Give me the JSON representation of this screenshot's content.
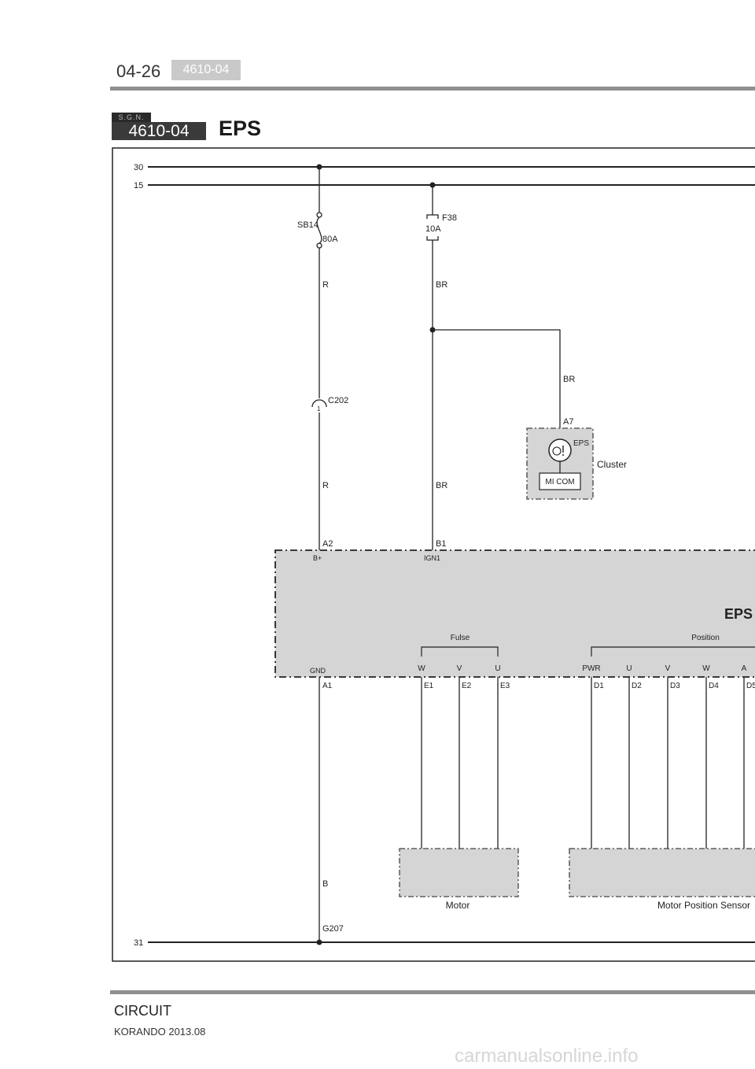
{
  "header": {
    "page_number": "04-26",
    "code_badge": "4610-04"
  },
  "section": {
    "badge_small": "S.G.N.",
    "badge_code": "4610-04",
    "title": "EPS"
  },
  "diagram": {
    "lines": {
      "battery": "30",
      "ignition": "15",
      "ground": "31"
    },
    "fuse_sb14": {
      "name": "SB14",
      "rating": "80A"
    },
    "fuse_f38": {
      "name": "F38",
      "rating": "10A"
    },
    "wires": {
      "r_top": "R",
      "br_top": "BR",
      "br_branch": "BR",
      "r_mid": "R",
      "br_mid": "BR",
      "b_ground": "B"
    },
    "connector_c202": {
      "name": "C202",
      "pin": "1"
    },
    "cluster": {
      "pin": "A7",
      "icon_label": "EPS",
      "micom": "MI COM",
      "label": "Cluster"
    },
    "eps_unit": {
      "label": "EPS",
      "pin_a2": "A2",
      "pin_b1": "B1",
      "term_bplus": "B+",
      "term_ign1": "IGN1",
      "term_gnd": "GND",
      "pin_a1": "A1",
      "fulse_group": "Fulse",
      "position_group": "Position",
      "fulse_terms": [
        "W",
        "V",
        "U"
      ],
      "fulse_pins": [
        "E1",
        "E2",
        "E3"
      ],
      "position_terms": [
        "PWR",
        "U",
        "V",
        "W",
        "A"
      ],
      "position_pins": [
        "D1",
        "D2",
        "D3",
        "D4",
        "D5"
      ]
    },
    "motor": {
      "label": "Motor"
    },
    "motor_sensor": {
      "label": "Motor Position Sensor"
    },
    "ground_point": "G207"
  },
  "footer": {
    "section": "CIRCUIT",
    "model": "KORANDO 2013.08",
    "watermark": "carmanualsonline.info"
  }
}
